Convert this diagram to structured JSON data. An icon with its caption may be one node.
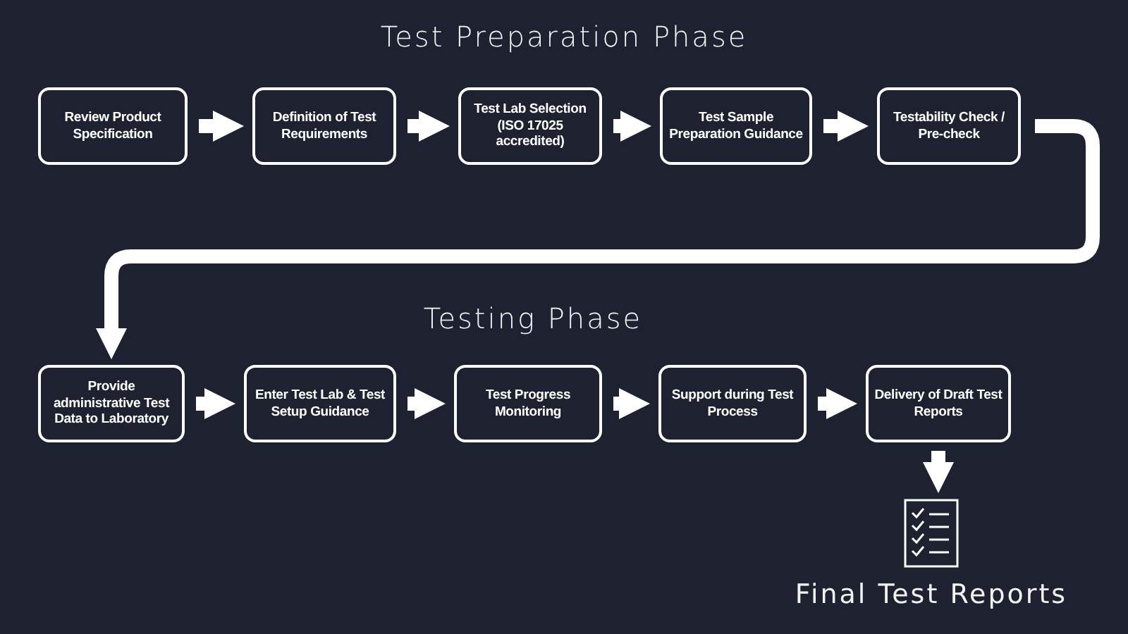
{
  "diagram": {
    "title": "Test Preparation Phase",
    "nodes": [
      {
        "text": [
          "Review Product Specification"
        ]
      },
      {
        "text": [
          "Definition of Test Requirements"
        ]
      },
      {
        "text": [
          "Test Lab Selection (ISO 17025 accredited)"
        ]
      },
      {
        "text": [
          "Test Sample Preparation Guidance"
        ]
      },
      {
        "text": [
          "Testability Check / Pre-check"
        ]
      },
      {
        "text": [
          "Provide administrative Test Data to Laboratory"
        ]
      },
      {
        "text": [
          "Enter Test Lab & Test Setup Guidance"
        ]
      },
      {
        "text": [
          "Test Progress Monitoring"
        ]
      },
      {
        "text": [
          "Support during Test Process"
        ]
      },
      {
        "text": [
          "Delivery of Draft Test Reports"
        ]
      },
      {
        "text": [],
        "shape": "picture",
        "beside": [
          "Final Test Reports"
        ]
      }
    ],
    "edges": [
      {
        "from": 0,
        "to": 1,
        "arrow": "to"
      },
      {
        "from": 1,
        "to": 2,
        "arrow": "to"
      },
      {
        "from": 2,
        "to": 3,
        "arrow": "to"
      },
      {
        "from": 3,
        "to": 4,
        "arrow": "to"
      },
      {
        "from": 4,
        "to": 5,
        "arrow": "to"
      },
      {
        "from": 5,
        "to": 6,
        "arrow": "to"
      },
      {
        "from": 6,
        "to": 7,
        "arrow": "to"
      },
      {
        "from": 7,
        "to": 8,
        "arrow": "to"
      },
      {
        "from": 8,
        "to": 9,
        "arrow": "to"
      },
      {
        "from": 9,
        "to": 10,
        "arrow": "to"
      }
    ],
    "labels": [
      "Testing Phase"
    ]
  }
}
